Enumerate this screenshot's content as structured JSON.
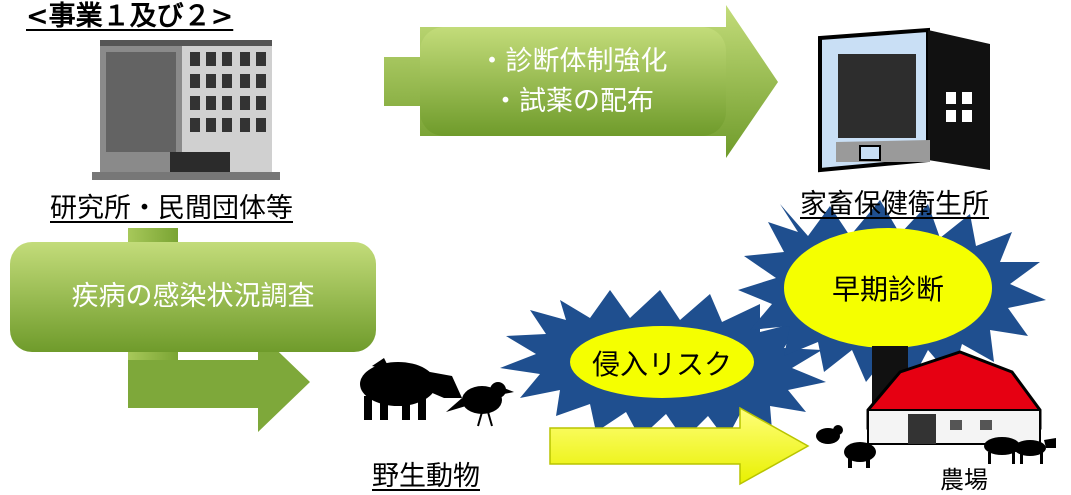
{
  "heading": "<事業１及び２>",
  "nodes": {
    "lab": "研究所・民間団体等",
    "center": "家畜保健衛生所",
    "wildlife": "野生動物",
    "farm": "農場"
  },
  "arrows": {
    "top_line1": "・診断体制強化",
    "top_line2": "・試薬の配布",
    "survey": "疾病の感染状況調査"
  },
  "bursts": {
    "risk": "侵入リスク",
    "early": "早期診断"
  },
  "colors": {
    "green_light": "#b5d366",
    "green_dark": "#6e9a2a",
    "yellow": "#f5ff00",
    "burst_outer": "#1f4f8f",
    "barn_red": "#e60012"
  }
}
